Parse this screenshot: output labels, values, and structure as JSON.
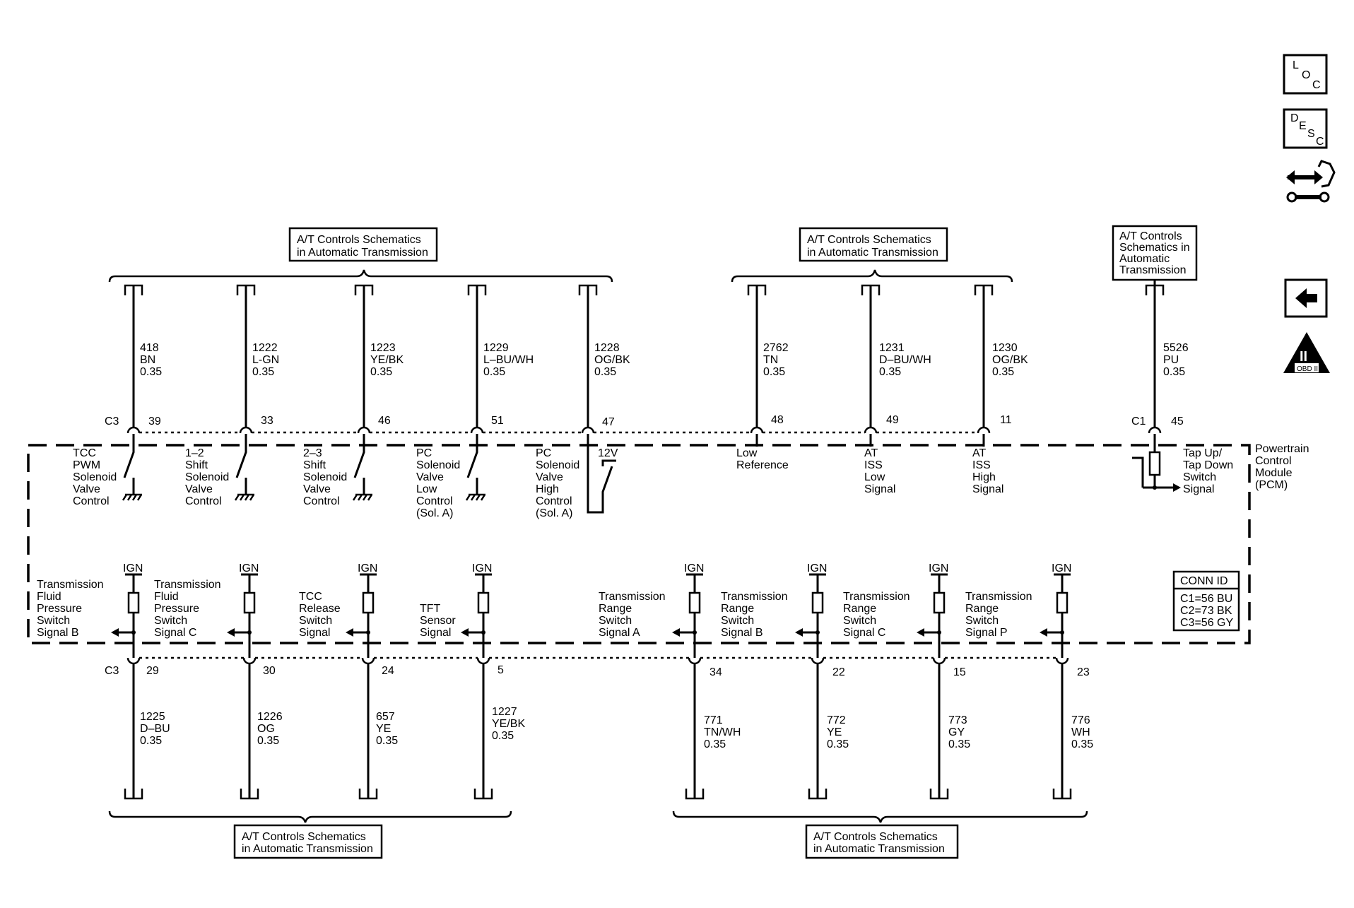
{
  "refs": {
    "top_left": [
      "A/T Controls Schematics",
      "in Automatic Transmission"
    ],
    "top_mid": [
      "A/T Controls Schematics",
      "in Automatic Transmission"
    ],
    "top_right": [
      "A/T Controls",
      "Schematics in",
      "Automatic",
      "Transmission"
    ],
    "bottom_left": [
      "A/T Controls Schematics",
      "in Automatic Transmission"
    ],
    "bottom_right": [
      "A/T Controls Schematics",
      "in Automatic Transmission"
    ]
  },
  "connectors": {
    "top_left": "C3",
    "top_right": "C1",
    "bottom_left": "C3"
  },
  "top_wires": [
    {
      "circuit": "418",
      "color": "BN",
      "gauge": "0.35",
      "pin": "39",
      "label": [
        "TCC",
        "PWM",
        "Solenoid",
        "Valve",
        "Control"
      ]
    },
    {
      "circuit": "1222",
      "color": "L-GN",
      "gauge": "0.35",
      "pin": "33",
      "label": [
        "1–2",
        "Shift",
        "Solenoid",
        "Valve",
        "Control"
      ]
    },
    {
      "circuit": "1223",
      "color": "YE/BK",
      "gauge": "0.35",
      "pin": "46",
      "label": [
        "2–3",
        "Shift",
        "Solenoid",
        "Valve",
        "Control"
      ]
    },
    {
      "circuit": "1229",
      "color": "L–BU/WH",
      "gauge": "0.35",
      "pin": "51",
      "label": [
        "PC",
        "Solenoid",
        "Valve",
        "Low",
        "Control",
        "(Sol. A)"
      ]
    },
    {
      "circuit": "1228",
      "color": "OG/BK",
      "gauge": "0.35",
      "pin": "47",
      "label": [
        "PC",
        "Solenoid",
        "Valve",
        "High",
        "Control",
        "(Sol. A)"
      ]
    },
    {
      "circuit": "2762",
      "color": "TN",
      "gauge": "0.35",
      "pin": "48",
      "label": [
        "Low",
        "Reference"
      ]
    },
    {
      "circuit": "1231",
      "color": "D–BU/WH",
      "gauge": "0.35",
      "pin": "49",
      "label": [
        "AT",
        "ISS",
        "Low",
        "Signal"
      ]
    },
    {
      "circuit": "1230",
      "color": "OG/BK",
      "gauge": "0.35",
      "pin": "11",
      "label": [
        "AT",
        "ISS",
        "High",
        "Signal"
      ]
    },
    {
      "circuit": "5526",
      "color": "PU",
      "gauge": "0.35",
      "pin": "45",
      "label": [
        "Tap Up/",
        "Tap Down",
        "Switch",
        "Signal"
      ]
    }
  ],
  "supply_12v": "12V",
  "ign_label": "IGN",
  "bottom_wires": [
    {
      "circuit": "1225",
      "color": "D–BU",
      "gauge": "0.35",
      "pin": "29",
      "label": [
        "Transmission",
        "Fluid",
        "Pressure",
        "Switch",
        "Signal B"
      ]
    },
    {
      "circuit": "1226",
      "color": "OG",
      "gauge": "0.35",
      "pin": "30",
      "label": [
        "Transmission",
        "Fluid",
        "Pressure",
        "Switch",
        "Signal C"
      ]
    },
    {
      "circuit": "657",
      "color": "YE",
      "gauge": "0.35",
      "pin": "24",
      "label": [
        "TCC",
        "Release",
        "Switch",
        "Signal"
      ]
    },
    {
      "circuit": "1227",
      "color": "YE/BK",
      "gauge": "0.35",
      "pin": "5",
      "label": [
        "TFT",
        "Sensor",
        "Signal"
      ]
    },
    {
      "circuit": "771",
      "color": "TN/WH",
      "gauge": "0.35",
      "pin": "34",
      "label": [
        "Transmission",
        "Range",
        "Switch",
        "Signal A"
      ]
    },
    {
      "circuit": "772",
      "color": "YE",
      "gauge": "0.35",
      "pin": "22",
      "label": [
        "Transmission",
        "Range",
        "Switch",
        "Signal B"
      ]
    },
    {
      "circuit": "773",
      "color": "GY",
      "gauge": "0.35",
      "pin": "15",
      "label": [
        "Transmission",
        "Range",
        "Switch",
        "Signal C"
      ]
    },
    {
      "circuit": "776",
      "color": "WH",
      "gauge": "0.35",
      "pin": "23",
      "label": [
        "Transmission",
        "Range",
        "Switch",
        "Signal P"
      ]
    }
  ],
  "module": {
    "name": [
      "Powertrain",
      "Control",
      "Module",
      "(PCM)"
    ]
  },
  "conn_id": {
    "title": "CONN ID",
    "rows": [
      "C1=56 BU",
      "C2=73 BK",
      "C3=56 GY"
    ]
  },
  "sidebar": {
    "loc": {
      "l1": "L",
      "l2": "O",
      "l3": "C",
      "icon": "location-icon"
    },
    "desc": {
      "l1": "D",
      "l2": "E",
      "l3": "S",
      "l4": "C",
      "icon": "description-icon"
    },
    "connector_icon": "connector-repair-icon",
    "back_icon": "back-arrow-icon",
    "obd": {
      "big": "II",
      "small": "OBD II",
      "icon": "obd-ii-icon"
    }
  }
}
